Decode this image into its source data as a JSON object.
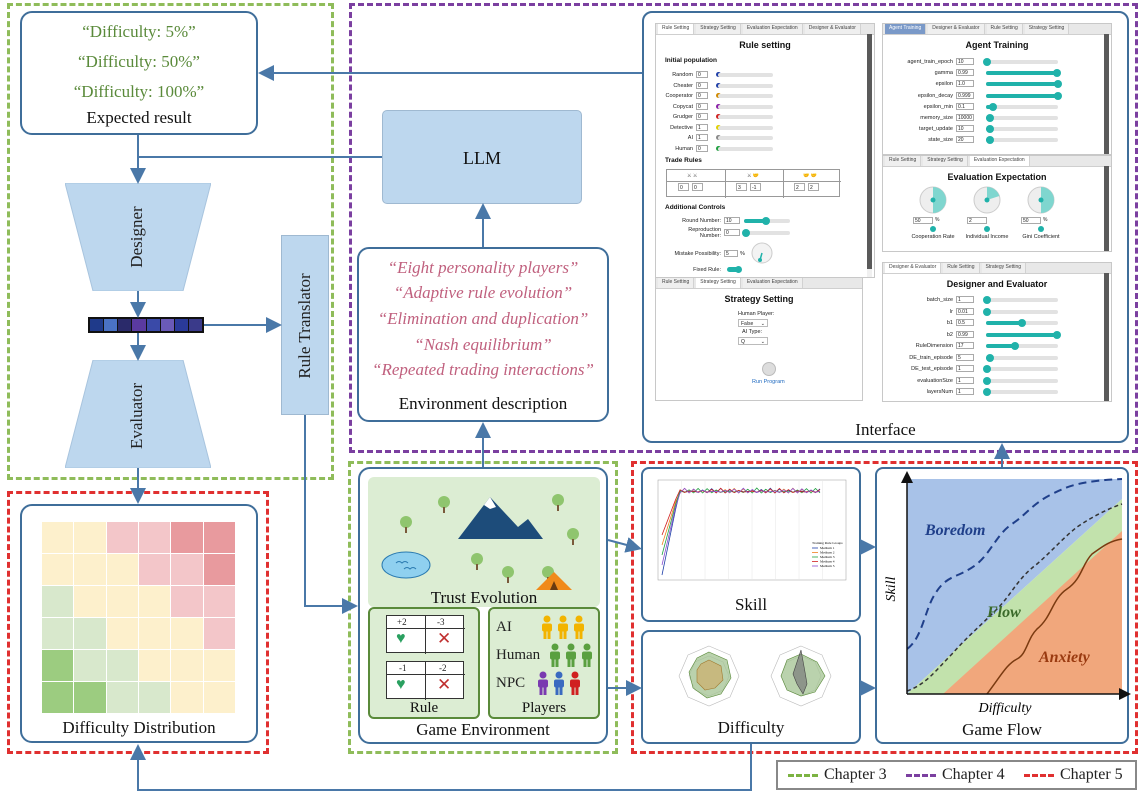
{
  "expected": {
    "lines": [
      "“Difficulty: 5%”",
      "“Difficulty: 50%”",
      "“Difficulty: 100%”"
    ],
    "caption": "Expected result"
  },
  "designer_label": "Designer",
  "evaluator_label": "Evaluator",
  "rule_translator_label": "Rule Translator",
  "llm_label": "LLM",
  "environment": {
    "lines": [
      "“Eight personality players”",
      "“Adaptive rule evolution”",
      "“Elimination and duplication”",
      "“Nash equilibrium”",
      "“Repeated trading interactions”"
    ],
    "caption": "Environment description"
  },
  "interface": {
    "caption": "Interface",
    "rule_setting": {
      "tabs": [
        "Rule Setting",
        "Strategy Setting",
        "Evaluation Expectation",
        "Designer & Evaluator"
      ],
      "title": "Rule setting",
      "initial_population_heading": "Initial population",
      "population": [
        {
          "label": "Random",
          "value": "0",
          "color": "#1f3fa8"
        },
        {
          "label": "Cheater",
          "value": "0",
          "color": "#1f3fa8"
        },
        {
          "label": "Cooperator",
          "value": "0",
          "color": "#d08a00"
        },
        {
          "label": "Copycat",
          "value": "0",
          "color": "#8a1fa8"
        },
        {
          "label": "Grudger",
          "value": "0",
          "color": "#d02020"
        },
        {
          "label": "Detective",
          "value": "1",
          "color": "#e0d000"
        },
        {
          "label": "AI",
          "value": "1",
          "color": "#888888"
        },
        {
          "label": "Human",
          "value": "0",
          "color": "#20a040"
        }
      ],
      "trade_rules_heading": "Trade Rules",
      "trade_values": [
        [
          "0",
          "0"
        ],
        [
          "3",
          "-1"
        ],
        [
          "2",
          "2"
        ]
      ],
      "additional_heading": "Additional Controls",
      "round_label": "Round Number:",
      "round_value": "10",
      "repro_label": "Reproduction Number:",
      "repro_value": "0",
      "mistake_label": "Mistake Possibility:",
      "mistake_value": "5",
      "mistake_unit": "%",
      "fixed_label": "Fixed Rule:"
    },
    "strategy": {
      "tabs": [
        "Rule Setting",
        "Strategy Setting",
        "Evaluation Expectation"
      ],
      "title": "Strategy Setting",
      "human_label": "Human Player:",
      "human_value": "False",
      "ai_label": "AI Type:",
      "ai_value": "Q",
      "run_label": "Run Program"
    },
    "agent": {
      "tabs": [
        "Agent Training",
        "Designer & Evaluator",
        "Rule Setting",
        "Strategy Setting"
      ],
      "title": "Agent Training",
      "params": [
        {
          "label": "agent_train_epoch",
          "value": "10",
          "fill": 0.02
        },
        {
          "label": "gamma",
          "value": "0.99",
          "fill": 0.99
        },
        {
          "label": "epsilon",
          "value": "1.0",
          "fill": 1.0
        },
        {
          "label": "epsilon_decay",
          "value": "0.999",
          "fill": 0.999
        },
        {
          "label": "epsilon_min",
          "value": "0.1",
          "fill": 0.1
        },
        {
          "label": "memory_size",
          "value": "10000",
          "fill": 0.05
        },
        {
          "label": "target_update",
          "value": "10",
          "fill": 0.05
        },
        {
          "label": "state_size",
          "value": "20",
          "fill": 0.05
        }
      ]
    },
    "evaluation": {
      "tabs": [
        "Rule Setting",
        "Strategy Setting",
        "Evaluation Expectation"
      ],
      "title": "Evaluation Expectation",
      "gauges": [
        {
          "label": "Cooperation Rate",
          "value": "50",
          "unit": "%",
          "level": 0.5
        },
        {
          "label": "Individual Income",
          "value": "2",
          "unit": "",
          "level": 0.2
        },
        {
          "label": "Gini Coefficient",
          "value": "50",
          "unit": "%",
          "level": 0.5
        }
      ]
    },
    "designer_eval": {
      "tabs": [
        "Designer & Evaluator",
        "Rule Setting",
        "Strategy Setting"
      ],
      "title": "Designer and Evaluator",
      "params": [
        {
          "label": "batch_size",
          "value": "1",
          "fill": 0.02
        },
        {
          "label": "lr",
          "value": "0.01",
          "fill": 0.02
        },
        {
          "label": "b1",
          "value": "0.5",
          "fill": 0.5
        },
        {
          "label": "b2",
          "value": "0.99",
          "fill": 0.99
        },
        {
          "label": "RuleDimension",
          "value": "17",
          "fill": 0.4
        },
        {
          "label": "DE_train_episode",
          "value": "5",
          "fill": 0.05
        },
        {
          "label": "DE_test_episode",
          "value": "1",
          "fill": 0.02
        },
        {
          "label": "evaluationSize",
          "value": "1",
          "fill": 0.02
        },
        {
          "label": "layersNum",
          "value": "1",
          "fill": 0.02
        }
      ]
    }
  },
  "difficulty_distribution": {
    "caption": "Difficulty Distribution",
    "grid": [
      [
        "#fdf0cc",
        "#fdf0cc",
        "#f3c6c9",
        "#f3c6c9",
        "#e89a9e",
        "#e89a9e"
      ],
      [
        "#fdf0cc",
        "#fdf0cc",
        "#fdf0cc",
        "#f3c6c9",
        "#f3c6c9",
        "#e89a9e"
      ],
      [
        "#d8e8cc",
        "#fdf0cc",
        "#fdf0cc",
        "#fdf0cc",
        "#f3c6c9",
        "#f3c6c9"
      ],
      [
        "#d8e8cc",
        "#d8e8cc",
        "#fdf0cc",
        "#fdf0cc",
        "#fdf0cc",
        "#f3c6c9"
      ],
      [
        "#9ccc80",
        "#d8e8cc",
        "#d8e8cc",
        "#fdf0cc",
        "#fdf0cc",
        "#fdf0cc"
      ],
      [
        "#9ccc80",
        "#9ccc80",
        "#d8e8cc",
        "#d8e8cc",
        "#fdf0cc",
        "#fdf0cc"
      ]
    ]
  },
  "game_environment": {
    "trust_label": "Trust Evolution",
    "rule_caption": "Rule",
    "rule_values": [
      "+2",
      "-3",
      "-1",
      "-2"
    ],
    "players_caption": "Players",
    "player_types": [
      {
        "label": "AI",
        "colors": [
          "#f2b400",
          "#f2b400",
          "#f2b400"
        ]
      },
      {
        "label": "Human",
        "colors": [
          "#5aa040",
          "#5aa040",
          "#5aa040"
        ]
      },
      {
        "label": "NPC",
        "colors": [
          "#7a3ab0",
          "#3a6ac0",
          "#d02020"
        ]
      }
    ],
    "caption": "Game Environment"
  },
  "skill": {
    "caption": "Skill",
    "legend_title": "Training Rule Groups",
    "legend": [
      "Medium 1",
      "Medium 2",
      "Medium 3",
      "Medium 4",
      "Medium 5"
    ],
    "colors": [
      "#1f3fa8",
      "#f08020",
      "#20a040",
      "#d02020",
      "#8a4fd0"
    ]
  },
  "difficulty": {
    "caption": "Difficulty"
  },
  "game_flow": {
    "caption": "Game Flow",
    "boredom": "Boredom",
    "flow": "Flow",
    "anxiety": "Anxiety",
    "xlabel": "Difficulty",
    "ylabel": "Skill"
  },
  "legend": [
    {
      "label": "Chapter 3",
      "color": "#7cb342"
    },
    {
      "label": "Chapter 4",
      "color": "#7b3fa0"
    },
    {
      "label": "Chapter 5",
      "color": "#e03030"
    }
  ]
}
